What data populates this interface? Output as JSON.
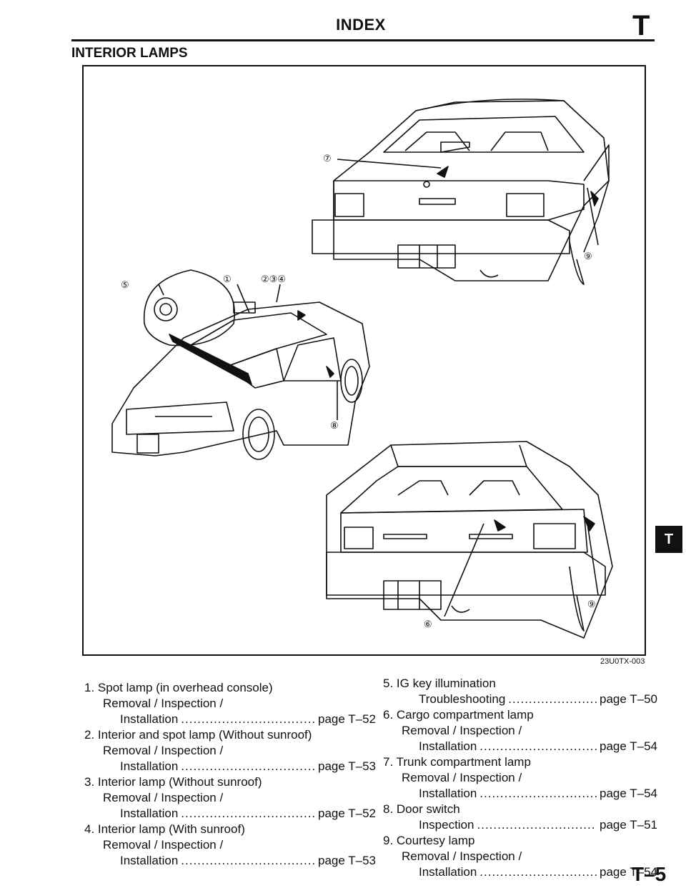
{
  "header": {
    "title": "INDEX",
    "section_letter": "T"
  },
  "section": {
    "title": "INTERIOR LAMPS"
  },
  "figure": {
    "code": "23U0TX-003",
    "callouts": [
      "⑦",
      "⑨",
      "⑤",
      "①",
      "②③④",
      "⑧",
      "⑨",
      "⑥"
    ]
  },
  "tab_marker": "T",
  "index_left": [
    {
      "text": "1. Spot lamp (in overhead console)",
      "sub": "Removal / Inspection /",
      "item": "Installation",
      "page": "page T–52"
    },
    {
      "text": "2. Interior and spot lamp (Without sunroof)",
      "sub": "Removal / Inspection /",
      "item": "Installation",
      "page": "page T–53"
    },
    {
      "text": "3. Interior lamp (Without sunroof)",
      "sub": "Removal / Inspection /",
      "item": "Installation",
      "page": "page T–52"
    },
    {
      "text": "4. Interior lamp (With sunroof)",
      "sub": "Removal / Inspection /",
      "item": "Installation",
      "page": "page T–53"
    }
  ],
  "index_right": [
    {
      "text": "5. IG key illumination",
      "sub": "",
      "item": "Troubleshooting",
      "page": "page T–50"
    },
    {
      "text": "6. Cargo compartment lamp",
      "sub": "Removal / Inspection /",
      "item": "Installation",
      "page": "page T–54"
    },
    {
      "text": "7. Trunk compartment lamp",
      "sub": "Removal / Inspection /",
      "item": "Installation",
      "page": "page T–54"
    },
    {
      "text": "8. Door switch",
      "sub": "",
      "item": "Inspection",
      "page": "page T–51"
    },
    {
      "text": "9. Courtesy lamp",
      "sub": "Removal / Inspection /",
      "item": "Installation",
      "page": "page T–54"
    }
  ],
  "footer": {
    "page_number": "T–5"
  }
}
